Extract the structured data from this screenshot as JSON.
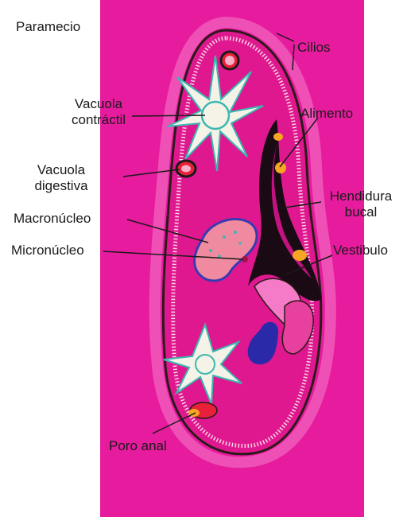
{
  "title": "Paramecio",
  "labels": {
    "cilios": "Cilios",
    "vacuola_contractil": [
      "Vacuola",
      "contráctil"
    ],
    "alimento": "Alimento",
    "vacuola_digestiva": [
      "Vacuola",
      "digestiva"
    ],
    "hendidura_bucal": [
      "Hendidura",
      "bucal"
    ],
    "macronucleo": "Macronúcleo",
    "micronucleo": "Micronúcleo",
    "vestibulo": "Vestibulo",
    "poro_anal": "Poro anal"
  },
  "colors": {
    "background": "#e61b9e",
    "cell_body": "#e0188f",
    "membrane": "#2a1a1a",
    "vacuole_white": "#f5f3e8",
    "vacuole_outline": "#3bb8b0",
    "nucleus_fill": "#f08aa0",
    "nucleus_outline": "#3a3ab0",
    "food_orange": "#f5a623",
    "oral_groove": "#1a0a14",
    "vestibule_blue": "#2a2aa8",
    "anal_pore_red": "#e8203a"
  }
}
